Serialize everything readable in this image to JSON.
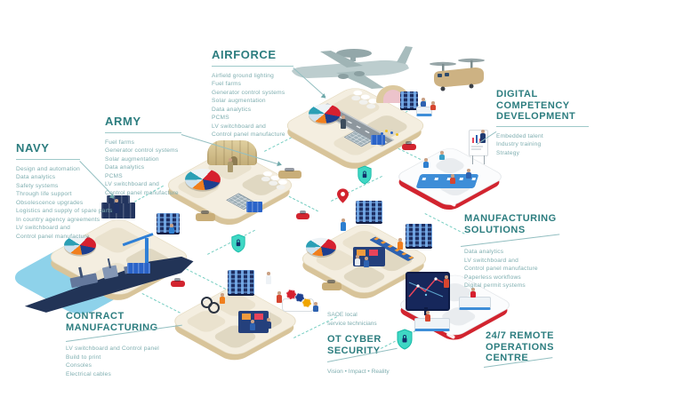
{
  "sections": {
    "navy": {
      "title": "NAVY",
      "items": [
        "Design and automation",
        "Data analytics",
        "Safety systems",
        "Through life support",
        "Obsolescence upgrades",
        "Logistics and supply of spare parts",
        "In country agency agreements",
        "LV switchboard and",
        "Control panel manufacture"
      ]
    },
    "army": {
      "title": "ARMY",
      "items": [
        "Fuel farms",
        "Generator control systems",
        "Solar augmentation",
        "Data analytics",
        "PCMS",
        "LV switchboard and",
        "Control panel manufacture"
      ]
    },
    "airforce": {
      "title": "AIRFORCE",
      "items": [
        "Airfield ground lighting",
        "Fuel farms",
        "Generator control systems",
        "Solar augmentation",
        "Data analytics",
        "PCMS",
        "LV switchboard and",
        "Control panel manufacture"
      ]
    },
    "digital": {
      "title_1": "DIGITAL",
      "title_2": "COMPETENCY",
      "title_3": "DEVELOPMENT",
      "items": [
        "Embedded talent",
        "Industry training",
        "Strategy"
      ]
    },
    "manufacturing": {
      "title_1": "MANUFACTURING",
      "title_2": "SOLUTIONS",
      "items": [
        "Data analytics",
        "LV switchboard and",
        "Control panel manufacture",
        "Paperless workflows",
        "Digital permit systems"
      ]
    },
    "contract": {
      "title_1": "CONTRACT",
      "title_2": "MANUFACTURING",
      "items": [
        "LV switchboard and Control panel",
        "Build to print",
        "Consoles",
        "Electrical cables"
      ]
    },
    "ot_cyber": {
      "note_1": "SAOE local",
      "note_2": "service technicians",
      "title_1": "OT CYBER",
      "title_2": "SECURITY",
      "tagline": "Vision • Impact • Reality"
    },
    "roc": {
      "title_1": "24/7 REMOTE",
      "title_2": "OPERATIONS",
      "title_3": "CENTRE"
    }
  },
  "icons": {
    "shield": "shield-lock-icon",
    "pin": "wifi-location-pin-icon"
  },
  "colors": {
    "heading": "#2c7d7f",
    "item_text": "#7faeb0",
    "dash": "#5fc6b8",
    "red": "#d2242f",
    "navy_blue": "#1e2f63",
    "bright_blue": "#2e7fd0",
    "platform": "#f4eee0",
    "platform_edge": "#d8c49a",
    "water": "#8ed2ea",
    "shield": "#3fd7c4",
    "tan": "#cdb283"
  }
}
